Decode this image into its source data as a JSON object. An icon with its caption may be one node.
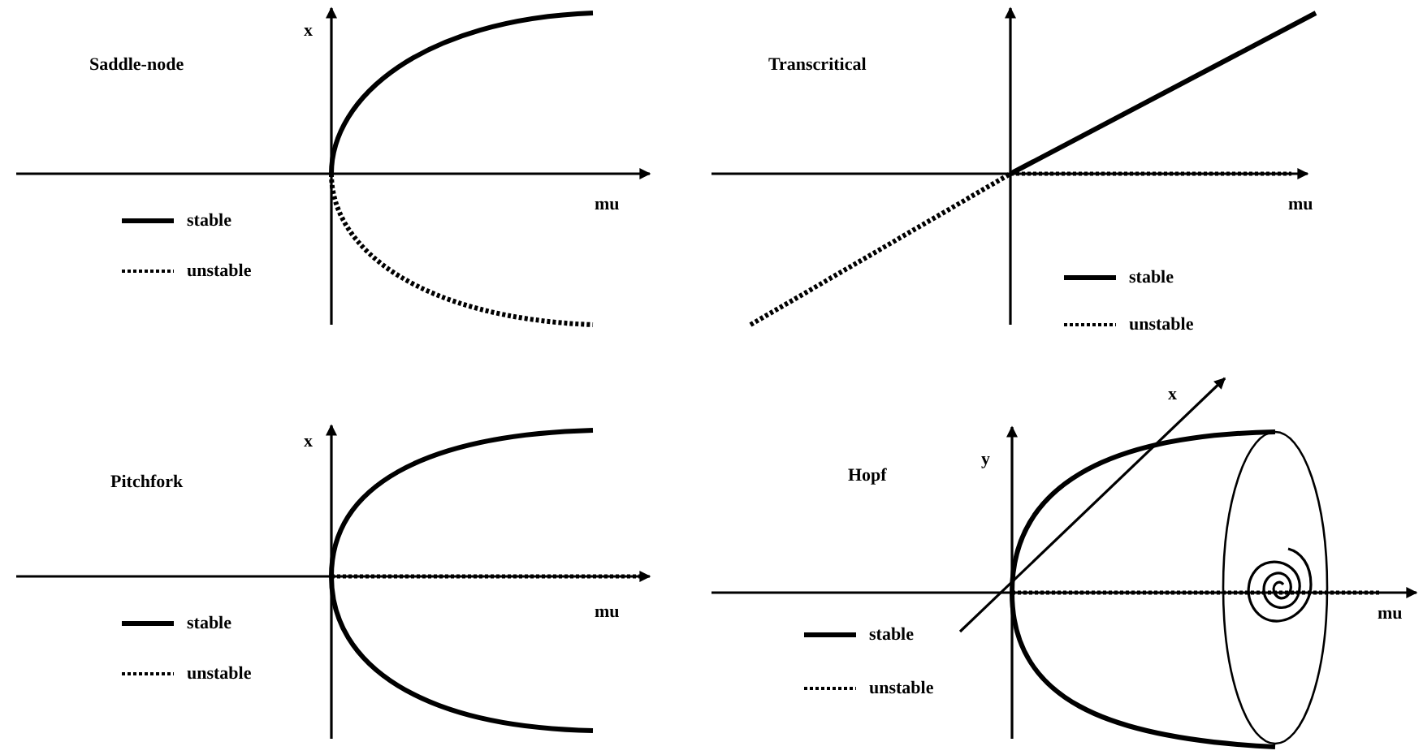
{
  "diagram": {
    "labels": [
      "Saddle-node",
      "x",
      "mu",
      "Transcritical",
      "mu",
      "Pitchfork",
      "x",
      "mu",
      "Hopf",
      "y",
      "x",
      "mu"
    ],
    "legend": [
      {
        "text": "stable"
      },
      {
        "text": "unstable"
      },
      {
        "text": "stable"
      },
      {
        "text": "unstable"
      },
      {
        "text": "stable"
      },
      {
        "text": "unstable"
      },
      {
        "text": "stable"
      },
      {
        "text": "unstable"
      }
    ]
  }
}
